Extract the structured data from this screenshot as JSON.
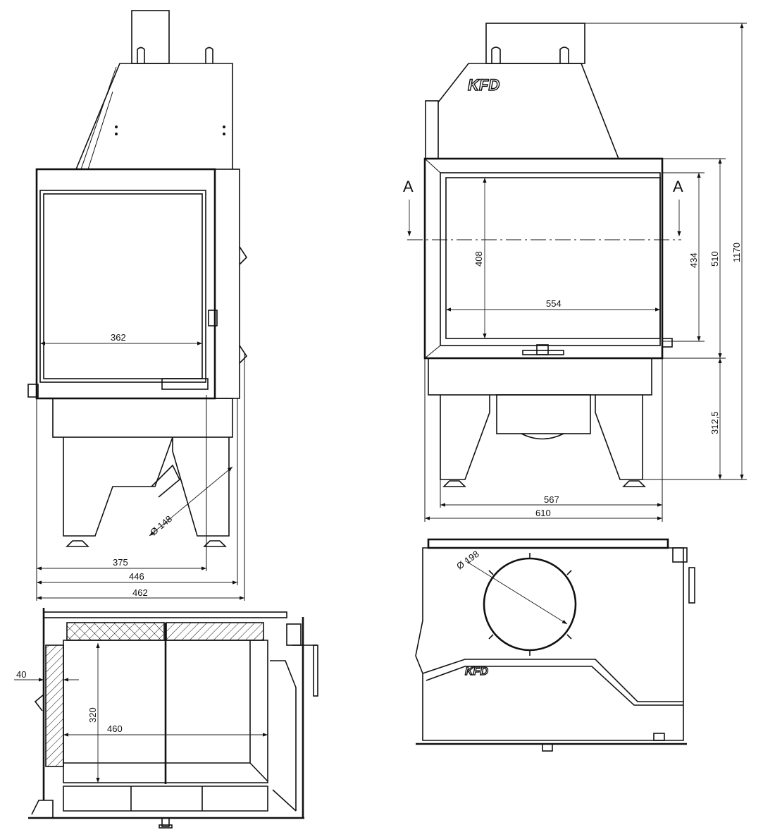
{
  "title": "KFD corner fireplace insert technical drawing",
  "brand_logo": "KFD",
  "left_front_view": {
    "dim_glass_width": "362",
    "dim_flue_diameter": "Ø 148",
    "dim_feet_span": "375",
    "dim_body_width": "446",
    "dim_overall_depth": "462"
  },
  "right_front_view": {
    "section_label_left": "A",
    "section_label_right": "A",
    "dim_glass_height": "408",
    "dim_glass_width": "554",
    "dim_door_height": "434",
    "dim_frame_height": "510",
    "dim_total_height": "1170",
    "dim_base_height": "312,5",
    "dim_legs_width": "567",
    "dim_overall_width": "610"
  },
  "section_view": {
    "dim_brick_thickness": "40",
    "dim_chamber_height": "320",
    "dim_chamber_width": "460"
  },
  "top_view": {
    "dim_flue_diameter": "Ø 198"
  }
}
